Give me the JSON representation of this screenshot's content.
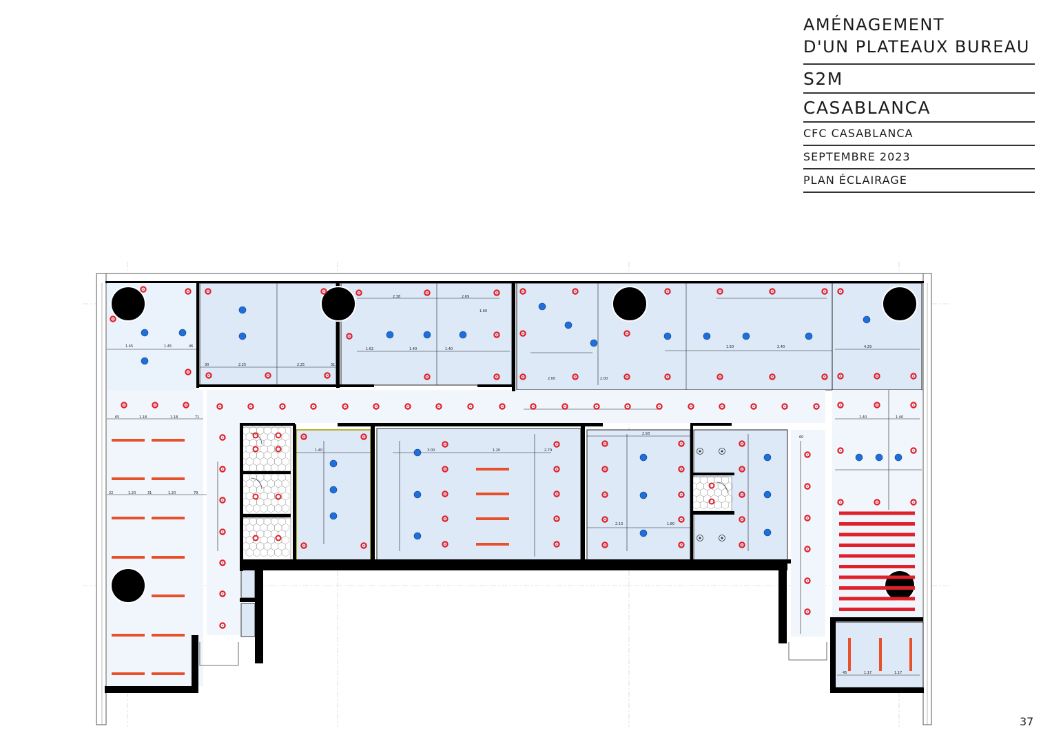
{
  "title_block": {
    "line1": "AMÉNAGEMENT",
    "line2": "D'UN PLATEAUX BUREAU",
    "client": "S2M",
    "city": "CASABLANCA",
    "location": "CFC CASABLANCA",
    "date": "SEPTEMBRE 2023",
    "sheet": "PLAN ÉCLAIRAGE"
  },
  "page_number": "37",
  "colors": {
    "wall": "#000000",
    "room_fill": "#dde9f7",
    "corridor_fill": "#f1f6fc",
    "downlight": "#e0202a",
    "pendant": "#1e6fd9",
    "linear": "#e8502a"
  },
  "dimension_labels": [
    "1.45",
    "1.45",
    "46",
    "2.25",
    "2.25",
    "30",
    "31",
    "2.38",
    "2.69",
    "1.62",
    "1.40",
    "1.40",
    "1.60",
    "2.00",
    "2.00",
    "1.50",
    "2.40",
    "4.29",
    "65",
    "1.18",
    "1.18",
    "71",
    "22",
    "1.20",
    "31",
    "1.20",
    "79",
    "1.40",
    "3.00",
    "1.20",
    "2.79",
    "2.93",
    "2.13",
    "1.80",
    "1.40",
    "1.40",
    "60",
    "1.17",
    "1.17",
    "45"
  ]
}
